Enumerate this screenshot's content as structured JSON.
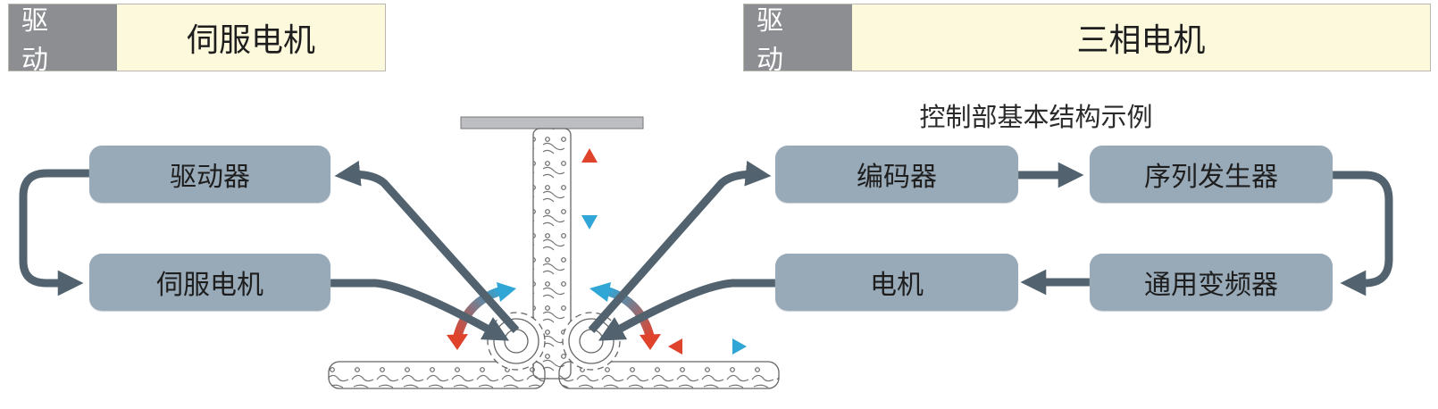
{
  "left_header": {
    "tag": "驱 动",
    "value": "伺服电机"
  },
  "right_header": {
    "tag": "驱 动",
    "value": "三相电机"
  },
  "right_subtitle": "控制部基本结构示例",
  "left_diagram": {
    "boxes": [
      {
        "id": "driver",
        "label": "驱动器"
      },
      {
        "id": "servo-motor",
        "label": "伺服电机"
      }
    ]
  },
  "right_diagram": {
    "boxes": [
      {
        "id": "encoder",
        "label": "编码器"
      },
      {
        "id": "sequencer",
        "label": "序列发生器"
      },
      {
        "id": "motor",
        "label": "电机"
      },
      {
        "id": "inverter",
        "label": "通用变频器"
      }
    ]
  },
  "colors": {
    "arrow": "#52636f",
    "box": "#98a9b8",
    "motion_red": "#e0432c",
    "motion_blue": "#2fa6d6",
    "tag_bg": "#8d8e92",
    "header_bg": "#fdf9dc"
  }
}
